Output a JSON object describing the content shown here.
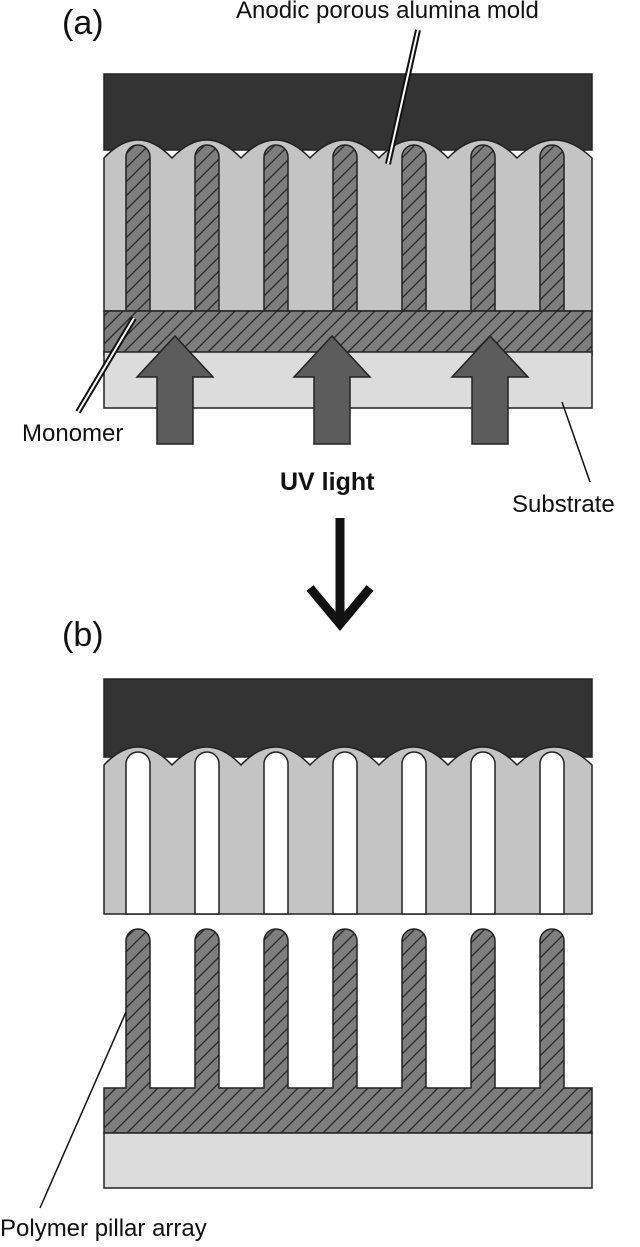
{
  "panels": {
    "a": {
      "letter": "(a)"
    },
    "b": {
      "letter": "(b)"
    }
  },
  "labels": {
    "mold": "Anodic porous alumina mold",
    "monomer": "Monomer",
    "uv_light": "UV light",
    "substrate": "Substrate",
    "pillar_array": "Polymer pillar array"
  },
  "colors": {
    "mold_top": "#333333",
    "alumina": "#c4c4c4",
    "polymer": "#7e7e7e",
    "substrate": "#dcdcdc",
    "uv_arrow": "#5c5c5c",
    "outline": "#222222"
  },
  "icons": {
    "process_arrow": "arrow-down-icon",
    "uv_arrows": "arrow-up-icon"
  }
}
